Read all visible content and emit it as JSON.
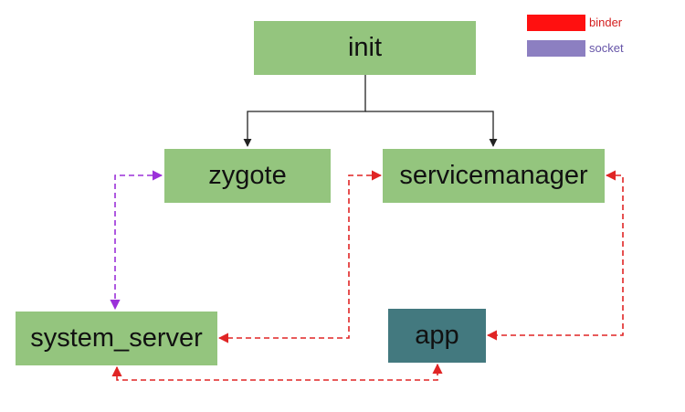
{
  "colors": {
    "node_green": "#94c57e",
    "node_teal": "#43797f",
    "binder": "#e02525",
    "socket": "#9b30d9",
    "tree": "#222222",
    "legend_binder": "#ff1010",
    "legend_socket": "#8c7fc1",
    "legend_binder_text": "#d42020",
    "legend_socket_text": "#6655a8"
  },
  "nodes": {
    "init": "init",
    "zygote": "zygote",
    "servicemanager": "servicemanager",
    "system_server": "system_server",
    "app": "app"
  },
  "legend": {
    "binder": "binder",
    "socket": "socket"
  },
  "edges": [
    {
      "id": "init-zygote",
      "from": "init",
      "to": "zygote",
      "kind": "tree"
    },
    {
      "id": "init-servicemanager",
      "from": "init",
      "to": "servicemanager",
      "kind": "tree"
    },
    {
      "id": "zygote-system_server",
      "from": "zygote",
      "to": "system_server",
      "kind": "socket",
      "bidirectional": true
    },
    {
      "id": "servicemanager-system_server",
      "from": "servicemanager",
      "to": "system_server",
      "kind": "binder",
      "bidirectional": true
    },
    {
      "id": "servicemanager-app",
      "from": "servicemanager",
      "to": "app",
      "kind": "binder",
      "bidirectional": true
    },
    {
      "id": "system_server-app",
      "from": "system_server",
      "to": "app",
      "kind": "binder",
      "bidirectional": true
    }
  ]
}
